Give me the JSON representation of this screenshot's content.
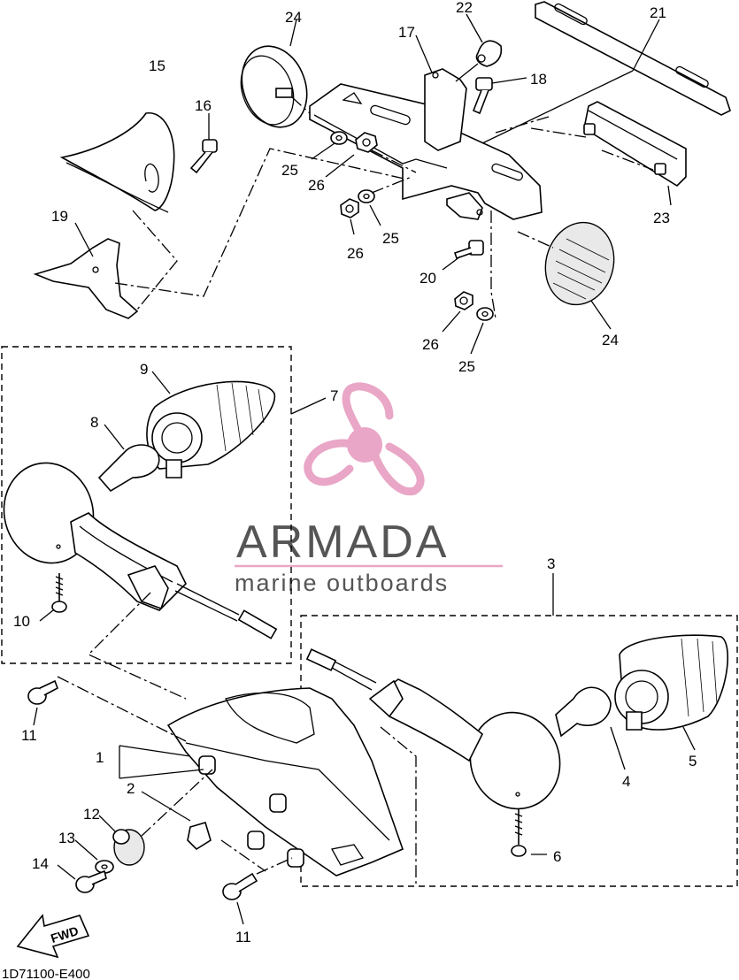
{
  "callouts": [
    {
      "id": "c1",
      "text": "1"
    },
    {
      "id": "c2",
      "text": "2"
    },
    {
      "id": "c3",
      "text": "3"
    },
    {
      "id": "c4",
      "text": "4"
    },
    {
      "id": "c5",
      "text": "5"
    },
    {
      "id": "c6",
      "text": "6"
    },
    {
      "id": "c7",
      "text": "7"
    },
    {
      "id": "c8",
      "text": "8"
    },
    {
      "id": "c9",
      "text": "9"
    },
    {
      "id": "c10",
      "text": "10"
    },
    {
      "id": "c11a",
      "text": "11"
    },
    {
      "id": "c11b",
      "text": "11"
    },
    {
      "id": "c12",
      "text": "12"
    },
    {
      "id": "c13",
      "text": "13"
    },
    {
      "id": "c14",
      "text": "14"
    },
    {
      "id": "c15",
      "text": "15"
    },
    {
      "id": "c16",
      "text": "16"
    },
    {
      "id": "c17",
      "text": "17"
    },
    {
      "id": "c18",
      "text": "18"
    },
    {
      "id": "c19",
      "text": "19"
    },
    {
      "id": "c20",
      "text": "20"
    },
    {
      "id": "c21",
      "text": "21"
    },
    {
      "id": "c22",
      "text": "22"
    },
    {
      "id": "c23",
      "text": "23"
    },
    {
      "id": "c24a",
      "text": "24"
    },
    {
      "id": "c24b",
      "text": "24"
    },
    {
      "id": "c25a",
      "text": "25"
    },
    {
      "id": "c25b",
      "text": "25"
    },
    {
      "id": "c25c",
      "text": "25"
    },
    {
      "id": "c26a",
      "text": "26"
    },
    {
      "id": "c26b",
      "text": "26"
    },
    {
      "id": "c26c",
      "text": "26"
    }
  ],
  "diagram_code": "1D71100-E400",
  "direction_arrow": {
    "label": "FWD"
  },
  "watermark": {
    "name": "ARMADA",
    "tagline": "marine outboards",
    "logo_color": "#e9a6c6",
    "line_color": "#e9a6c6",
    "text_color": "#555555"
  }
}
